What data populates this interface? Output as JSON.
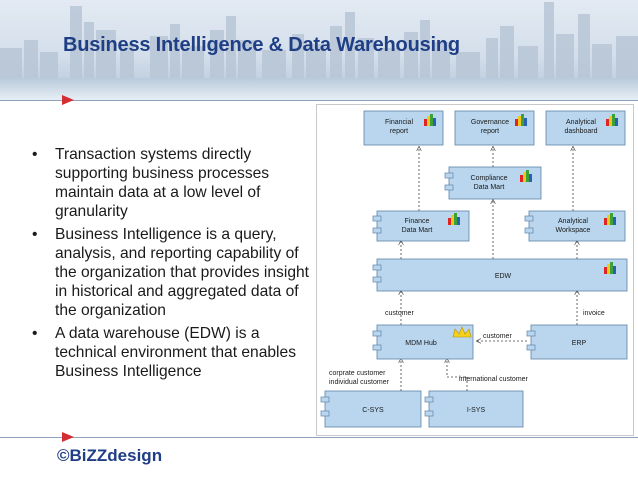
{
  "slide": {
    "title": "Business Intelligence & Data Warehousing",
    "footer_logo": "©BiZZdesign"
  },
  "bullets": [
    {
      "marker": "•",
      "text": "Transaction systems directly supporting business processes maintain data at a low level of granularity"
    },
    {
      "marker": "•",
      "text": "Business Intelligence is a query, analysis, and reporting capability of the organization that provides insight in historical and aggregated data of the organization"
    },
    {
      "marker": "•",
      "text": "A data warehouse (EDW) is a technical environment that enables Business Intelligence"
    }
  ],
  "diagram": {
    "nodes": {
      "financial_report": [
        "Financial",
        "report"
      ],
      "governance_report": [
        "Governance",
        "report"
      ],
      "analytical_dashboard": [
        "Analytical",
        "dashboard"
      ],
      "compliance_mart": [
        "Compliance",
        "Data Mart"
      ],
      "finance_mart": [
        "Finance",
        "Data Mart"
      ],
      "analytical_workspace": [
        "Analytical",
        "Workspace"
      ],
      "edw": "EDW",
      "mdm_hub": "MDM Hub",
      "erp": "ERP",
      "c_sys": "C-SYS",
      "i_sys": "I-SYS"
    },
    "flow_labels": {
      "customer_left": "customer",
      "invoice": "invoice",
      "customer_mid": "customer",
      "corporate_customer": "corprate customer",
      "individual_customer": "individual customer",
      "international_customer": "international customer"
    },
    "colors": {
      "box_fill": "#b9d6ee",
      "box_stroke": "#5e83a8",
      "connector": "#444444",
      "icon_red": "#e02424",
      "icon_yellow": "#f2c81f",
      "icon_green": "#3aa23a",
      "icon_blue": "#2b5fb0",
      "crown": "#f5d11d"
    }
  }
}
